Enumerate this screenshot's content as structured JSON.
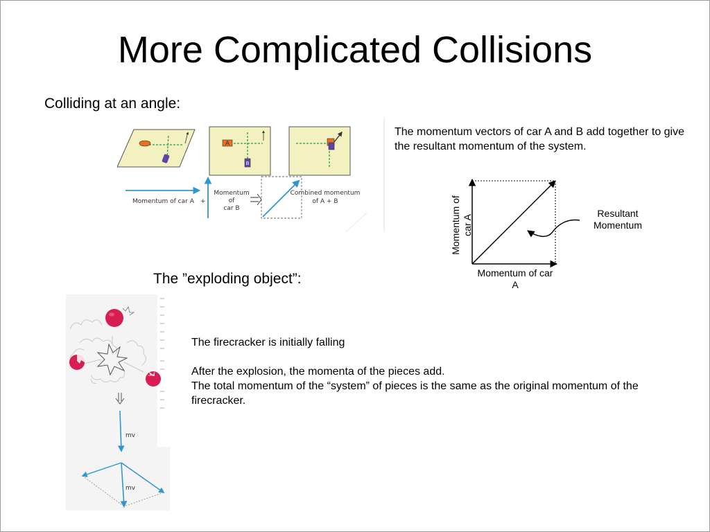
{
  "slide": {
    "title": "More Complicated Collisions",
    "angle_heading": "Colliding at an angle:",
    "explode_heading": "The ”exploding object”:",
    "vectors_paragraph": "The momentum vectors of car A and B add together to give the resultant momentum of the system.",
    "firecracker": {
      "line1": "The firecracker is initially falling",
      "line2": "After the explosion, the momenta of the pieces add.",
      "line3": "The total momentum of the “system” of pieces is the same as the original momentum of the firecracker."
    }
  },
  "car_figure": {
    "car_label": "A",
    "car_label_b": "B",
    "vector_a_label": "Momentum of car A",
    "plus": "+",
    "vector_b_label": [
      "Momentum",
      "of",
      "car  B"
    ],
    "combined_label": [
      "Combined momentum",
      "of   A + B"
    ]
  },
  "vector_diagram": {
    "x_label": "Momentum of car A",
    "y_label": "Momentum of car A",
    "resultant_label": "Resultant Momentum"
  },
  "firecracker_figure": {
    "arrow_label_1": "mv",
    "arrow_label_2": "mv"
  },
  "colors": {
    "paper_yellow": "#f3f1bf",
    "car_orange": "#e8711f",
    "car_purple": "#5b45a8",
    "arrow_blue": "#2f96d2",
    "vector_green": "#2d9a4a",
    "sphere_red": "#d81d53"
  }
}
